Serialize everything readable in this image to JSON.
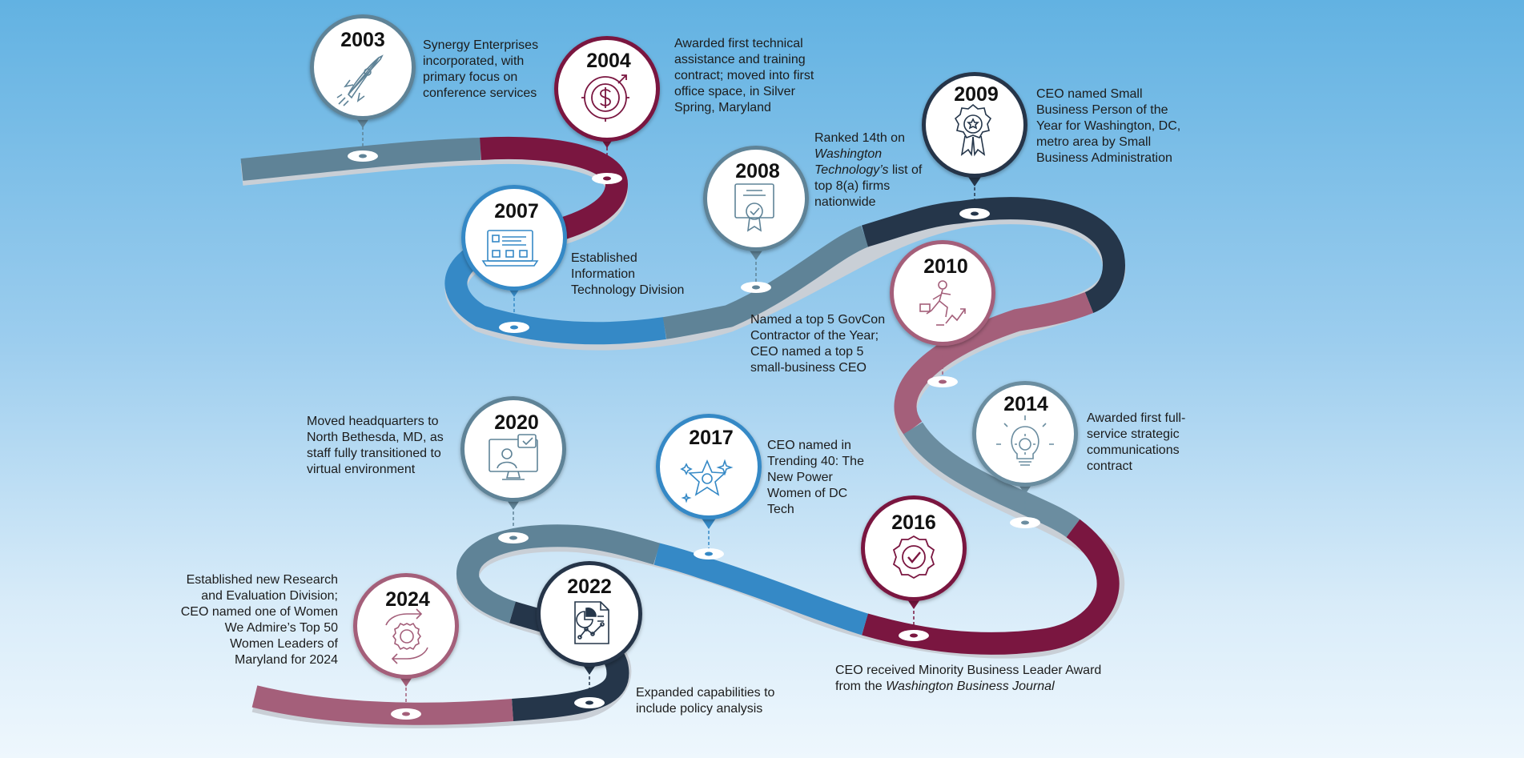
{
  "colors": {
    "slate": "#5f8397",
    "maroon": "#7a1640",
    "blue": "#3589c6",
    "navy": "#25364a",
    "rose": "#a45f7a",
    "steel": "#6b8da0"
  },
  "milestones": [
    {
      "year": "2003",
      "icon": "rocket-icon",
      "color": "#5f8397",
      "text": "Synergy Enterprises incorporated, with primary focus on conference services"
    },
    {
      "year": "2004",
      "icon": "dollar-target-icon",
      "color": "#7a1640",
      "text": "Awarded first technical assistance and training contract; moved into first office space, in Silver Spring, Maryland"
    },
    {
      "year": "2007",
      "icon": "laptop-icon",
      "color": "#3589c6",
      "text": "Established Information Technology Division"
    },
    {
      "year": "2008",
      "icon": "certificate-icon",
      "color": "#5f8397",
      "text_before": "Ranked 14th on ",
      "text_italic": "Washington Technology’s",
      "text_after": " list of top 8(a) firms nationwide"
    },
    {
      "year": "2009",
      "icon": "award-ribbon-icon",
      "color": "#25364a",
      "text": "CEO named Small Business Person of the Year for Washington, DC, metro area by Small Business Administration"
    },
    {
      "year": "2010",
      "icon": "climbing-person-icon",
      "color": "#a45f7a",
      "text": "Named a top 5 GovCon Contractor of the Year; CEO named a top 5 small-business CEO"
    },
    {
      "year": "2014",
      "icon": "lightbulb-icon",
      "color": "#6b8da0",
      "text": "Awarded first full-service strategic communications contract"
    },
    {
      "year": "2016",
      "icon": "check-badge-icon",
      "color": "#7a1640",
      "text_before": "CEO received Minority Business Leader Award from the ",
      "text_italic": "Washington Business Journal",
      "text_after": ""
    },
    {
      "year": "2017",
      "icon": "star-sparkle-icon",
      "color": "#3589c6",
      "text": "CEO named in Trending 40: The New Power Women of DC Tech"
    },
    {
      "year": "2020",
      "icon": "virtual-desktop-icon",
      "color": "#5f8397",
      "text": "Moved headquarters to North Bethesda, MD, as staff fully transitioned to virtual environment"
    },
    {
      "year": "2022",
      "icon": "report-chart-icon",
      "color": "#25364a",
      "text": "Expanded capabilities to include policy analysis"
    },
    {
      "year": "2024",
      "icon": "gear-cycle-icon",
      "color": "#a45f7a",
      "text": "Established new Research and Evaluation Division; CEO named one of Women We Admire’s Top 50 Women Leaders of Maryland for 2024"
    }
  ]
}
